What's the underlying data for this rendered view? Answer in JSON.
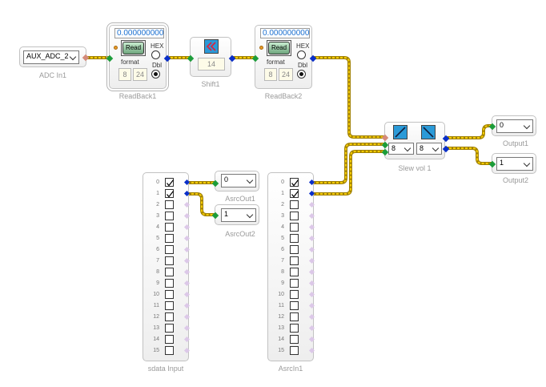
{
  "blocks": {
    "adc_in1": {
      "caption": "ADC In1",
      "value": "AUX_ADC_2"
    },
    "readback1": {
      "caption": "ReadBack1",
      "display": "0.000000000",
      "read_label": "Read",
      "hex_label": "HEX",
      "format_label": "format",
      "dbl_label": "Dbl",
      "field_a": "8",
      "field_b": "24"
    },
    "shift1": {
      "caption": "Shift1",
      "value": "14",
      "icon": "double-chevron-left-icon"
    },
    "readback2": {
      "caption": "ReadBack2",
      "display": "0.000000000",
      "read_label": "Read",
      "hex_label": "HEX",
      "format_label": "format",
      "dbl_label": "Dbl",
      "field_a": "8",
      "field_b": "24"
    },
    "slew_vol1": {
      "caption": "Slew vol 1",
      "combo_a": "8",
      "combo_b": "8"
    },
    "output1": {
      "caption": "Output1",
      "value": "0"
    },
    "output2": {
      "caption": "Output2",
      "value": "1"
    },
    "asrc_out1": {
      "caption": "AsrcOut1",
      "value": "0"
    },
    "asrc_out2": {
      "caption": "AsrcOut2",
      "value": "1"
    },
    "sdata_input": {
      "caption": "sdata Input",
      "checked": [
        true,
        true,
        false,
        false,
        false,
        false,
        false,
        false,
        false,
        false,
        false,
        false,
        false,
        false,
        false,
        false
      ]
    },
    "asrc_in1": {
      "caption": "AsrcIn1",
      "checked": [
        true,
        true,
        false,
        false,
        false,
        false,
        false,
        false,
        false,
        false,
        false,
        false,
        false,
        false,
        false,
        false
      ]
    }
  },
  "channels": [
    "0",
    "1",
    "2",
    "3",
    "4",
    "5",
    "6",
    "7",
    "8",
    "9",
    "10",
    "11",
    "12",
    "13",
    "14",
    "15"
  ],
  "colors": {
    "wire": "#f0c000",
    "wire_shadow": "#b08a00",
    "output_pin": "#0a2fc8",
    "input_pin": "#1c9c3a",
    "inactive_pin": "#dcc8e8"
  }
}
